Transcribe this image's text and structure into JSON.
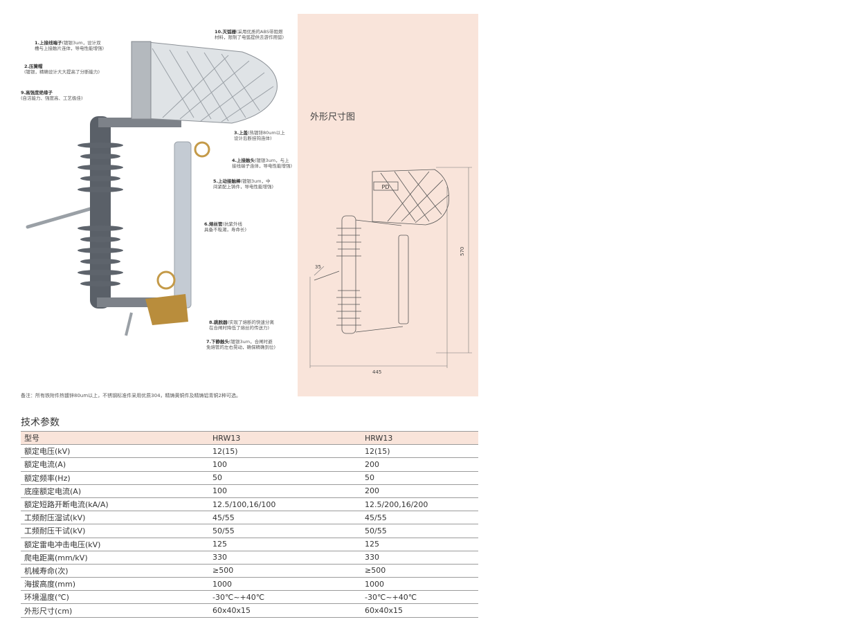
{
  "product": {
    "callouts": [
      {
        "title": "1.上接线端子",
        "desc": "(镀银3um，设计双",
        "desc2": "槽与上接触片连体，导电性能增强)"
      },
      {
        "title": "2.压簧帽",
        "desc": "",
        "desc2": "(镀银，精确设计大大提高了分断能力)"
      },
      {
        "title": "9.高强度绝缘子",
        "desc": "",
        "desc2": "(自洁能力、强度高、工艺极佳)"
      },
      {
        "title": "10.灭弧栅",
        "desc": "(采用优质的ABS带阻燃",
        "desc2": "材料，限制了电弧提供去游作用弧)"
      },
      {
        "title": "3.上盖",
        "desc": "(热镀锌80um以上",
        "desc2": "设计后断挂钩连体)"
      },
      {
        "title": "4.上接触头",
        "desc": "(镀银3um，与上",
        "desc2": "接线端子连体，导电性能增强)"
      },
      {
        "title": "5.上动接触棒",
        "desc": "(镀银3um，中",
        "desc2": "间紧配上铸件，导电性能增强)"
      },
      {
        "title": "6.熔丝管",
        "desc": "(抗紫外线",
        "desc2": "具备不吸潮，寿命长)"
      },
      {
        "title": "8.跳脱器",
        "desc": "(实现了熔断的快速分离",
        "desc2": "在合闸时降低了熔丝的传送力)"
      },
      {
        "title": "7.下静触头",
        "desc": "(镀银3um，合闸时避",
        "desc2": "免熔管的左右晃动，确保精确到位)"
      }
    ],
    "note": "备注：所有铁附件热镀锌80um以上，不锈钢标准件采用优质304，精铸黄铜件及精铸铝青铜2种可选。"
  },
  "dimension": {
    "title": "外形尺寸图",
    "label_pd": "PD",
    "height": "570",
    "width": "445",
    "angle": "35"
  },
  "params": {
    "title": "技术参数",
    "header": [
      "型号",
      "HRW13",
      "HRW13"
    ],
    "rows": [
      [
        "额定电压(kV)",
        "12(15)",
        "12(15)"
      ],
      [
        "额定电流(A)",
        "100",
        "200"
      ],
      [
        "额定频率(Hz)",
        "50",
        "50"
      ],
      [
        "底座额定电流(A)",
        "100",
        "200"
      ],
      [
        "额定短路开断电流(kA/A)",
        "12.5/100,16/100",
        "12.5/200,16/200"
      ],
      [
        "工频耐压湿试(kV)",
        "45/55",
        "45/55"
      ],
      [
        "工频耐压干试(kV)",
        "50/55",
        "50/55"
      ],
      [
        "额定雷电冲击电压(kV)",
        "125",
        "125"
      ],
      [
        "爬电距离(mm/kV)",
        "330",
        "330"
      ],
      [
        "机械寿命(次)",
        "≥500",
        "≥500"
      ],
      [
        "海拔高度(mm)",
        "1000",
        "1000"
      ],
      [
        "环境温度(℃)",
        "-30℃~+40℃",
        "-30℃~+40℃"
      ],
      [
        "外形尺寸(cm)",
        "60x40x15",
        "60x40x15"
      ]
    ]
  }
}
